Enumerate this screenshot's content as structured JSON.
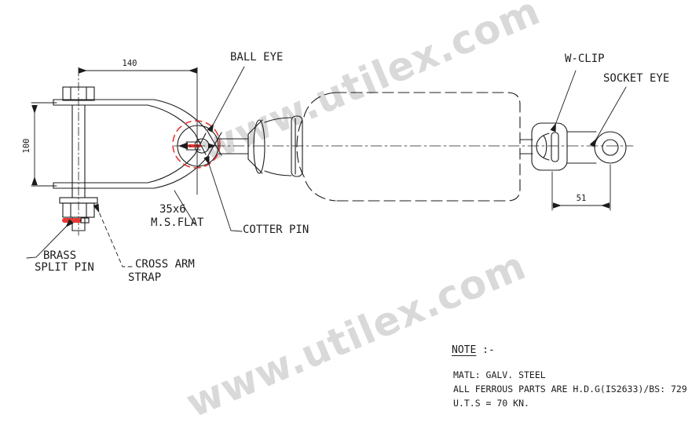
{
  "watermark": {
    "text": "www.utilex.com"
  },
  "diagram": {
    "labels": {
      "ball_eye": "BALL EYE",
      "w_clip": "W-CLIP",
      "socket_eye": "SOCKET EYE",
      "flat_size": "35x6",
      "flat_material": "M.S.FLAT",
      "cotter_pin": "COTTER PIN",
      "brass_line1": "BRASS",
      "brass_line2": "SPLIT PIN",
      "cross_arm_line1": "CROSS ARM",
      "cross_arm_line2": "STRAP"
    },
    "dims": {
      "strap_length": "140",
      "clevis_opening": "100",
      "socket_eye_length": "51"
    }
  },
  "note": {
    "title": "NOTE",
    "title_suffix": ":-",
    "lines": [
      "MATL: GALV. STEEL",
      "ALL FERROUS PARTS ARE H.D.G(IS2633)/BS: 729",
      "U.T.S = 70 KN."
    ]
  },
  "colors": {
    "line": "#1c1c1c",
    "highlight_red": "#e53935",
    "watermark_gray": "#d9d9d9"
  }
}
